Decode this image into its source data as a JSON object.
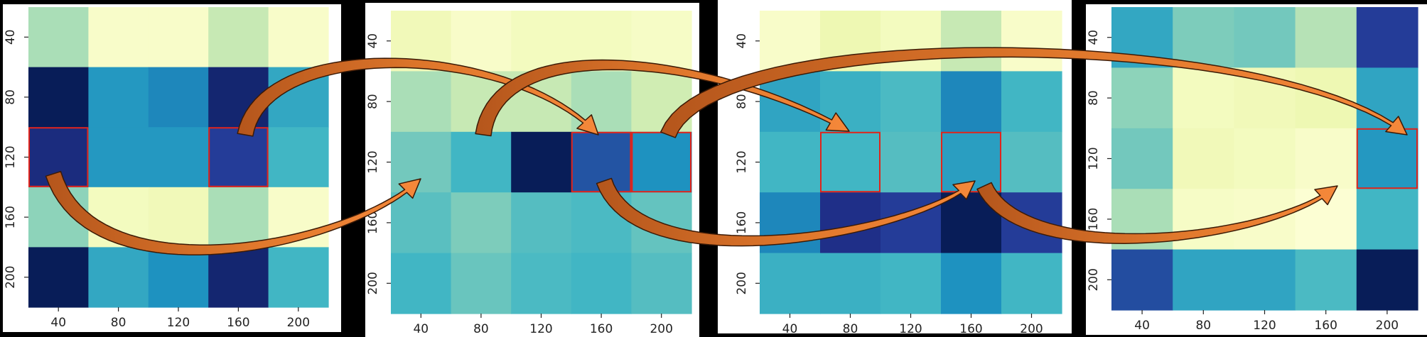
{
  "chart_data": [
    {
      "type": "heatmap",
      "x": [
        "40",
        "80",
        "120",
        "160",
        "200"
      ],
      "y": [
        "40",
        "80",
        "120",
        "160",
        "200"
      ],
      "z": [
        [
          0.3,
          0.05,
          0.05,
          0.25,
          0.05
        ],
        [
          1.0,
          0.6,
          0.65,
          0.95,
          0.55
        ],
        [
          0.92,
          0.6,
          0.6,
          0.85,
          0.5
        ],
        [
          0.35,
          0.08,
          0.1,
          0.3,
          0.05
        ],
        [
          1.0,
          0.55,
          0.62,
          0.95,
          0.5
        ]
      ],
      "highlight": [
        [
          2,
          0
        ],
        [
          2,
          3
        ]
      ]
    },
    {
      "type": "heatmap",
      "x": [
        "40",
        "80",
        "120",
        "160",
        "200"
      ],
      "y": [
        "40",
        "80",
        "120",
        "160",
        "200"
      ],
      "z": [
        [
          0.1,
          0.05,
          0.08,
          0.08,
          0.06
        ],
        [
          0.3,
          0.25,
          0.25,
          0.3,
          0.22
        ],
        [
          0.4,
          0.5,
          1.0,
          0.78,
          0.62
        ],
        [
          0.45,
          0.38,
          0.46,
          0.48,
          0.43
        ],
        [
          0.5,
          0.42,
          0.48,
          0.5,
          0.46
        ]
      ],
      "highlight": [
        [
          2,
          3
        ],
        [
          2,
          4
        ]
      ]
    },
    {
      "type": "heatmap",
      "x": [
        "40",
        "80",
        "120",
        "160",
        "200"
      ],
      "y": [
        "40",
        "80",
        "120",
        "160",
        "200"
      ],
      "z": [
        [
          0.05,
          0.12,
          0.08,
          0.25,
          0.05
        ],
        [
          0.56,
          0.52,
          0.48,
          0.65,
          0.5
        ],
        [
          0.5,
          0.5,
          0.46,
          0.58,
          0.46
        ],
        [
          0.65,
          0.9,
          0.85,
          1.0,
          0.85
        ],
        [
          0.52,
          0.52,
          0.5,
          0.62,
          0.5
        ]
      ],
      "highlight": [
        [
          2,
          1
        ],
        [
          2,
          3
        ]
      ]
    },
    {
      "type": "heatmap",
      "x": [
        "40",
        "80",
        "120",
        "160",
        "200"
      ],
      "y": [
        "40",
        "80",
        "120",
        "160",
        "200"
      ],
      "z": [
        [
          0.55,
          0.38,
          0.4,
          0.28,
          0.85
        ],
        [
          0.35,
          0.08,
          0.1,
          0.12,
          0.56
        ],
        [
          0.4,
          0.1,
          0.08,
          0.05,
          0.6
        ],
        [
          0.3,
          0.06,
          0.05,
          0.02,
          0.5
        ],
        [
          0.8,
          0.56,
          0.56,
          0.48,
          1.0
        ]
      ],
      "highlight": [
        [
          2,
          4
        ]
      ]
    }
  ]
}
